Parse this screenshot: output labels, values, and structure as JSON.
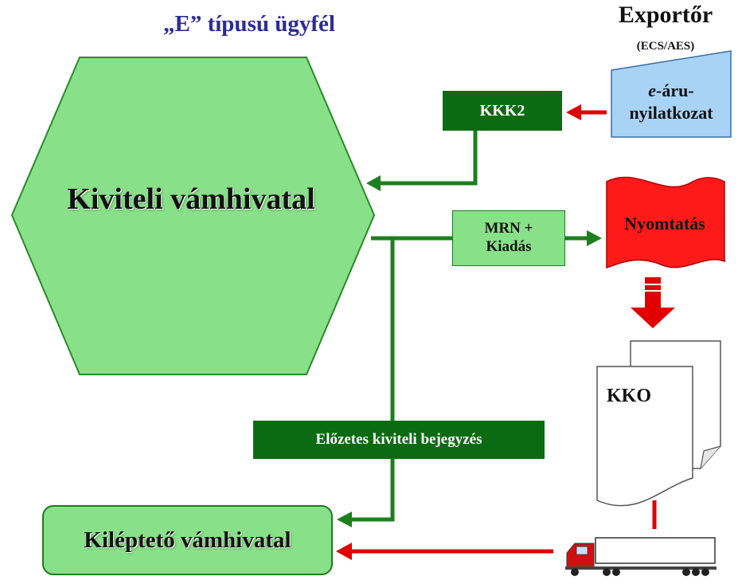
{
  "title": "„E” típusú ügyfél",
  "exporter": {
    "title": "Exportőr",
    "system": "(ECS/AES)"
  },
  "e_declaration": {
    "prefix": "e",
    "line1_rest": "-áru-",
    "line2": "nyilatkozat"
  },
  "nodes": {
    "kiviteli": "Kiviteli vámhivatal",
    "kkk2": "KKK2",
    "mrn_line1": "MRN +",
    "mrn_line2": "Kiadás",
    "nyomtatas": "Nyomtatás",
    "kko": "KKO",
    "elozetes": "Előzetes kiviteli bejegyzés",
    "kilepteto": "Kiléptető vámhivatal"
  },
  "colors": {
    "title": "#2b2b9a",
    "light_green": "#88e088",
    "dark_green": "#0b6b12",
    "arrow_green": "#1e7f1e",
    "red": "#e00000",
    "light_blue": "#a9d3f5"
  },
  "icons": {
    "truck": "truck-icon",
    "document": "document-stack-icon",
    "print": "printout-banner-icon"
  }
}
